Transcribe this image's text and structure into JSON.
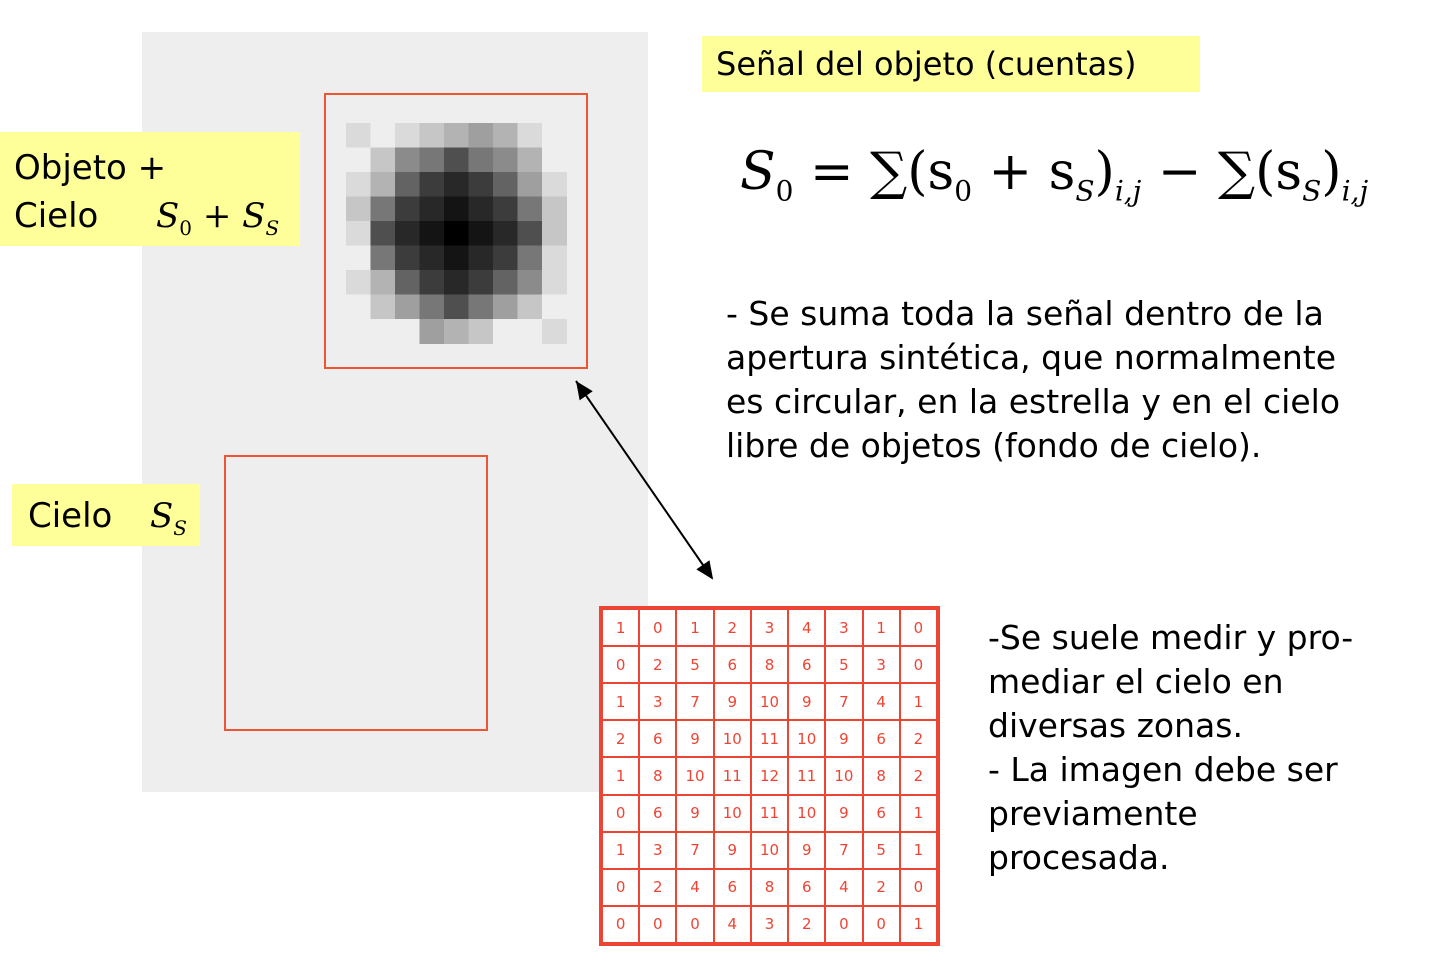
{
  "title": "Señal del objeto (cuentas)",
  "formula": {
    "lhs": "S",
    "lhs_sub": "0",
    "part1": " = ∑(s",
    "sub_a": "0",
    "part2": " + s",
    "sub_b": "S",
    "part3": ")",
    "sub_ij1": "i,j",
    "part4": " − ∑(s",
    "sub_c": "S",
    "part5": ")",
    "sub_ij2": "i,j"
  },
  "labels": {
    "object_line1": "Objeto +",
    "object_line2": "Cielo",
    "object_eq_s0": "S",
    "object_eq_s0_sub": "0",
    "object_eq_plus": " + S",
    "object_eq_ss_sub": "S",
    "sky": "Cielo",
    "sky_eq": "S",
    "sky_eq_sub": "S"
  },
  "text1": [
    "- Se suma toda la señal dentro de la",
    "apertura sintética, que normalmente",
    "es circular, en la estrella y en el cielo",
    "libre de objetos (fondo de cielo)."
  ],
  "text2": [
    "-Se suele medir y pro-",
    "mediar el cielo en",
    "diversas zonas.",
    "- La imagen debe ser",
    "previamente",
    "procesada."
  ],
  "pixel_grid": [
    [
      1,
      0,
      1,
      2,
      3,
      4,
      3,
      1,
      0
    ],
    [
      0,
      2,
      5,
      6,
      8,
      6,
      5,
      3,
      0
    ],
    [
      1,
      3,
      7,
      9,
      10,
      9,
      7,
      4,
      1
    ],
    [
      2,
      6,
      9,
      10,
      11,
      10,
      9,
      6,
      2
    ],
    [
      1,
      8,
      10,
      11,
      12,
      11,
      10,
      8,
      2
    ],
    [
      0,
      6,
      9,
      10,
      11,
      10,
      9,
      6,
      1
    ],
    [
      1,
      3,
      7,
      9,
      10,
      9,
      7,
      5,
      1
    ],
    [
      0,
      2,
      4,
      6,
      8,
      6,
      4,
      2,
      0
    ],
    [
      0,
      0,
      0,
      4,
      3,
      2,
      0,
      0,
      1
    ]
  ],
  "colors": {
    "aperture": "#ee5533",
    "label_bg": "#ffff99",
    "panel": "#eeeeee"
  }
}
